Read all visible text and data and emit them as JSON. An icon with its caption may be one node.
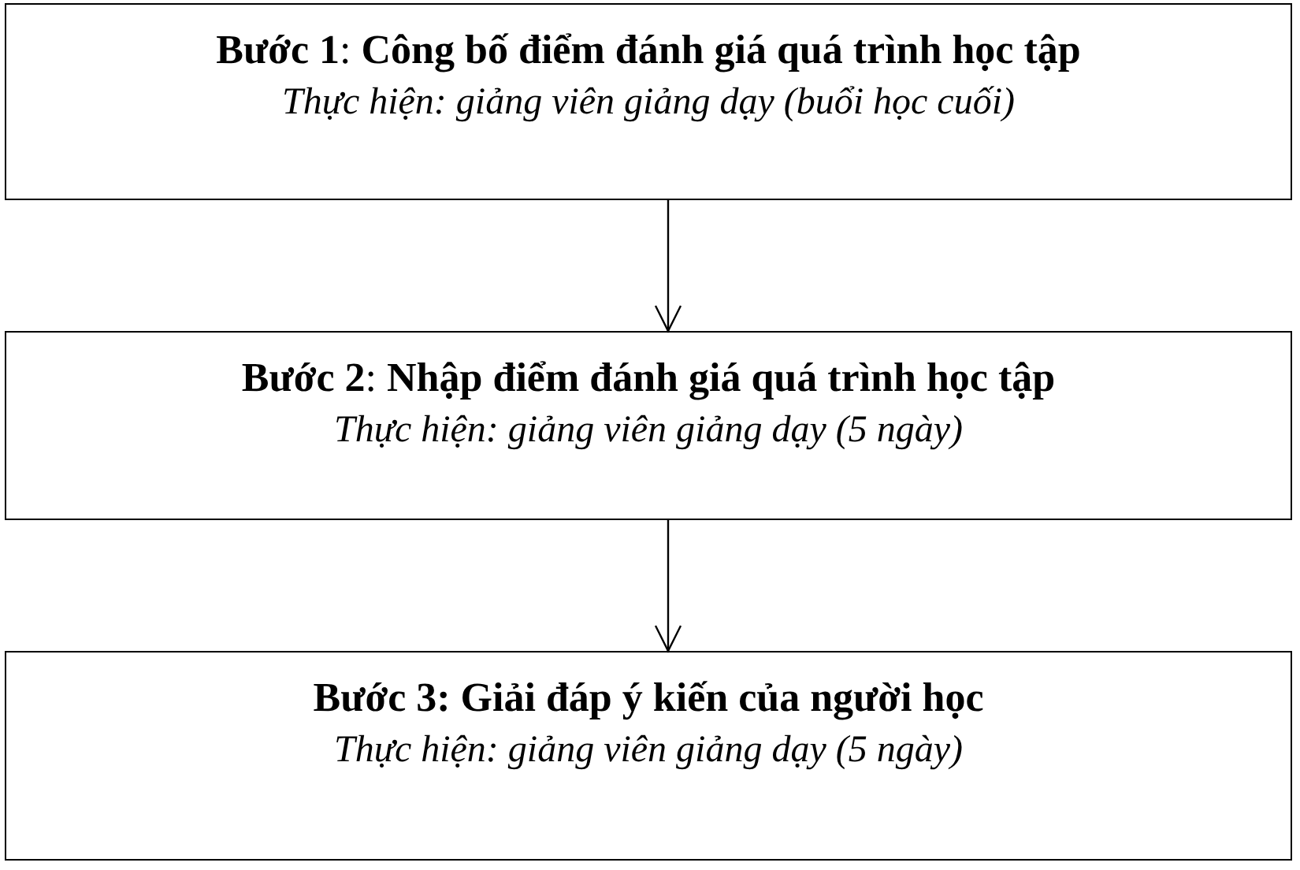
{
  "diagram": {
    "nodes": [
      {
        "text": [
          "**Bước 1**: **Công bố điểm đánh giá quá trình học tập**",
          "Thực hiện: giảng viên giảng dạy (buổi học cuối)"
        ]
      },
      {
        "text": [
          "**Bước 2**: **Nhập điểm đánh giá quá trình học tập**",
          "Thực hiện: giảng viên giảng dạy (5 ngày)"
        ]
      },
      {
        "text": [
          "**Bước 3: Giải đáp ý kiến của người học**",
          "Thực hiện: giảng viên giảng dạy (5 ngày)"
        ]
      }
    ],
    "edges": [
      {
        "from": 0,
        "to": 1,
        "arrow": "to"
      },
      {
        "from": 1,
        "to": 2,
        "arrow": "to"
      }
    ]
  }
}
